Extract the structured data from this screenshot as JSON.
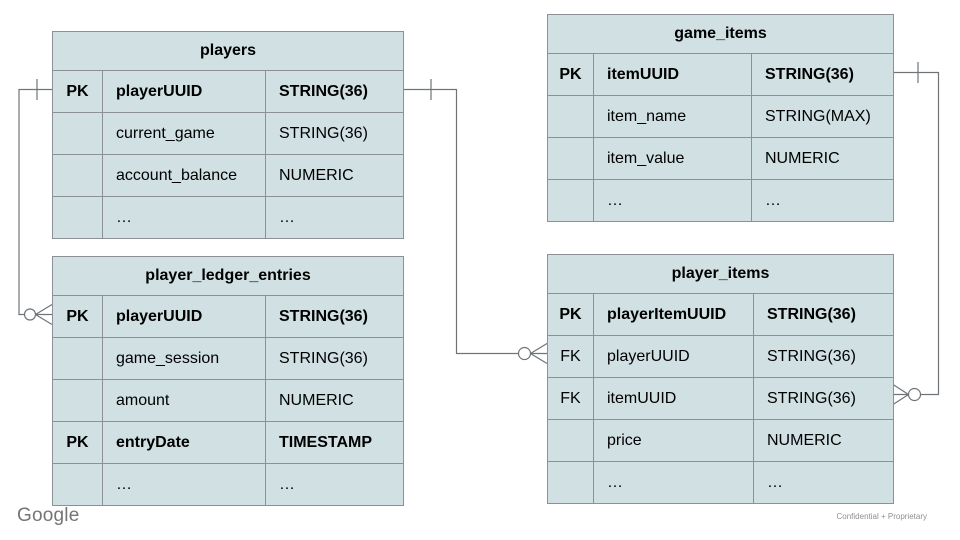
{
  "tables": {
    "players": {
      "title": "players",
      "rows": [
        {
          "key": "PK",
          "name": "playerUUID",
          "type": "STRING(36)"
        },
        {
          "key": "",
          "name": "current_game",
          "type": "STRING(36)"
        },
        {
          "key": "",
          "name": "account_balance",
          "type": "NUMERIC"
        },
        {
          "key": "",
          "name": "…",
          "type": "…"
        }
      ]
    },
    "game_items": {
      "title": "game_items",
      "rows": [
        {
          "key": "PK",
          "name": "itemUUID",
          "type": "STRING(36)"
        },
        {
          "key": "",
          "name": "item_name",
          "type": "STRING(MAX)"
        },
        {
          "key": "",
          "name": "item_value",
          "type": "NUMERIC"
        },
        {
          "key": "",
          "name": "…",
          "type": "…"
        }
      ]
    },
    "player_ledger_entries": {
      "title": "player_ledger_entries",
      "rows": [
        {
          "key": "PK",
          "name": "playerUUID",
          "type": "STRING(36)"
        },
        {
          "key": "",
          "name": "game_session",
          "type": "STRING(36)"
        },
        {
          "key": "",
          "name": "amount",
          "type": "NUMERIC"
        },
        {
          "key": "PK",
          "name": "entryDate",
          "type": "TIMESTAMP"
        },
        {
          "key": "",
          "name": "…",
          "type": "…"
        }
      ]
    },
    "player_items": {
      "title": "player_items",
      "rows": [
        {
          "key": "PK",
          "name": "playerItemUUID",
          "type": "STRING(36)"
        },
        {
          "key": "FK",
          "name": "playerUUID",
          "type": "STRING(36)"
        },
        {
          "key": "FK",
          "name": "itemUUID",
          "type": "STRING(36)"
        },
        {
          "key": "",
          "name": "price",
          "type": "NUMERIC"
        },
        {
          "key": "",
          "name": "…",
          "type": "…"
        }
      ]
    }
  },
  "relationships": [
    {
      "from": "players.playerUUID",
      "to": "player_ledger_entries.playerUUID",
      "from_cardinality": "one",
      "to_cardinality": "zero-or-many"
    },
    {
      "from": "players.playerUUID",
      "to": "player_items.playerUUID",
      "from_cardinality": "one",
      "to_cardinality": "zero-or-many"
    },
    {
      "from": "game_items.itemUUID",
      "to": "player_items.itemUUID",
      "from_cardinality": "one",
      "to_cardinality": "zero-or-many"
    }
  ],
  "footer": {
    "logo": "Google",
    "note": "Confidential + Proprietary"
  },
  "colors": {
    "table-fill": "#d0e0e3",
    "table-border": "#8b9196",
    "connector": "#6f7478",
    "text": "#000000",
    "logo-gray": "#757575",
    "note-gray": "#8d9093"
  }
}
